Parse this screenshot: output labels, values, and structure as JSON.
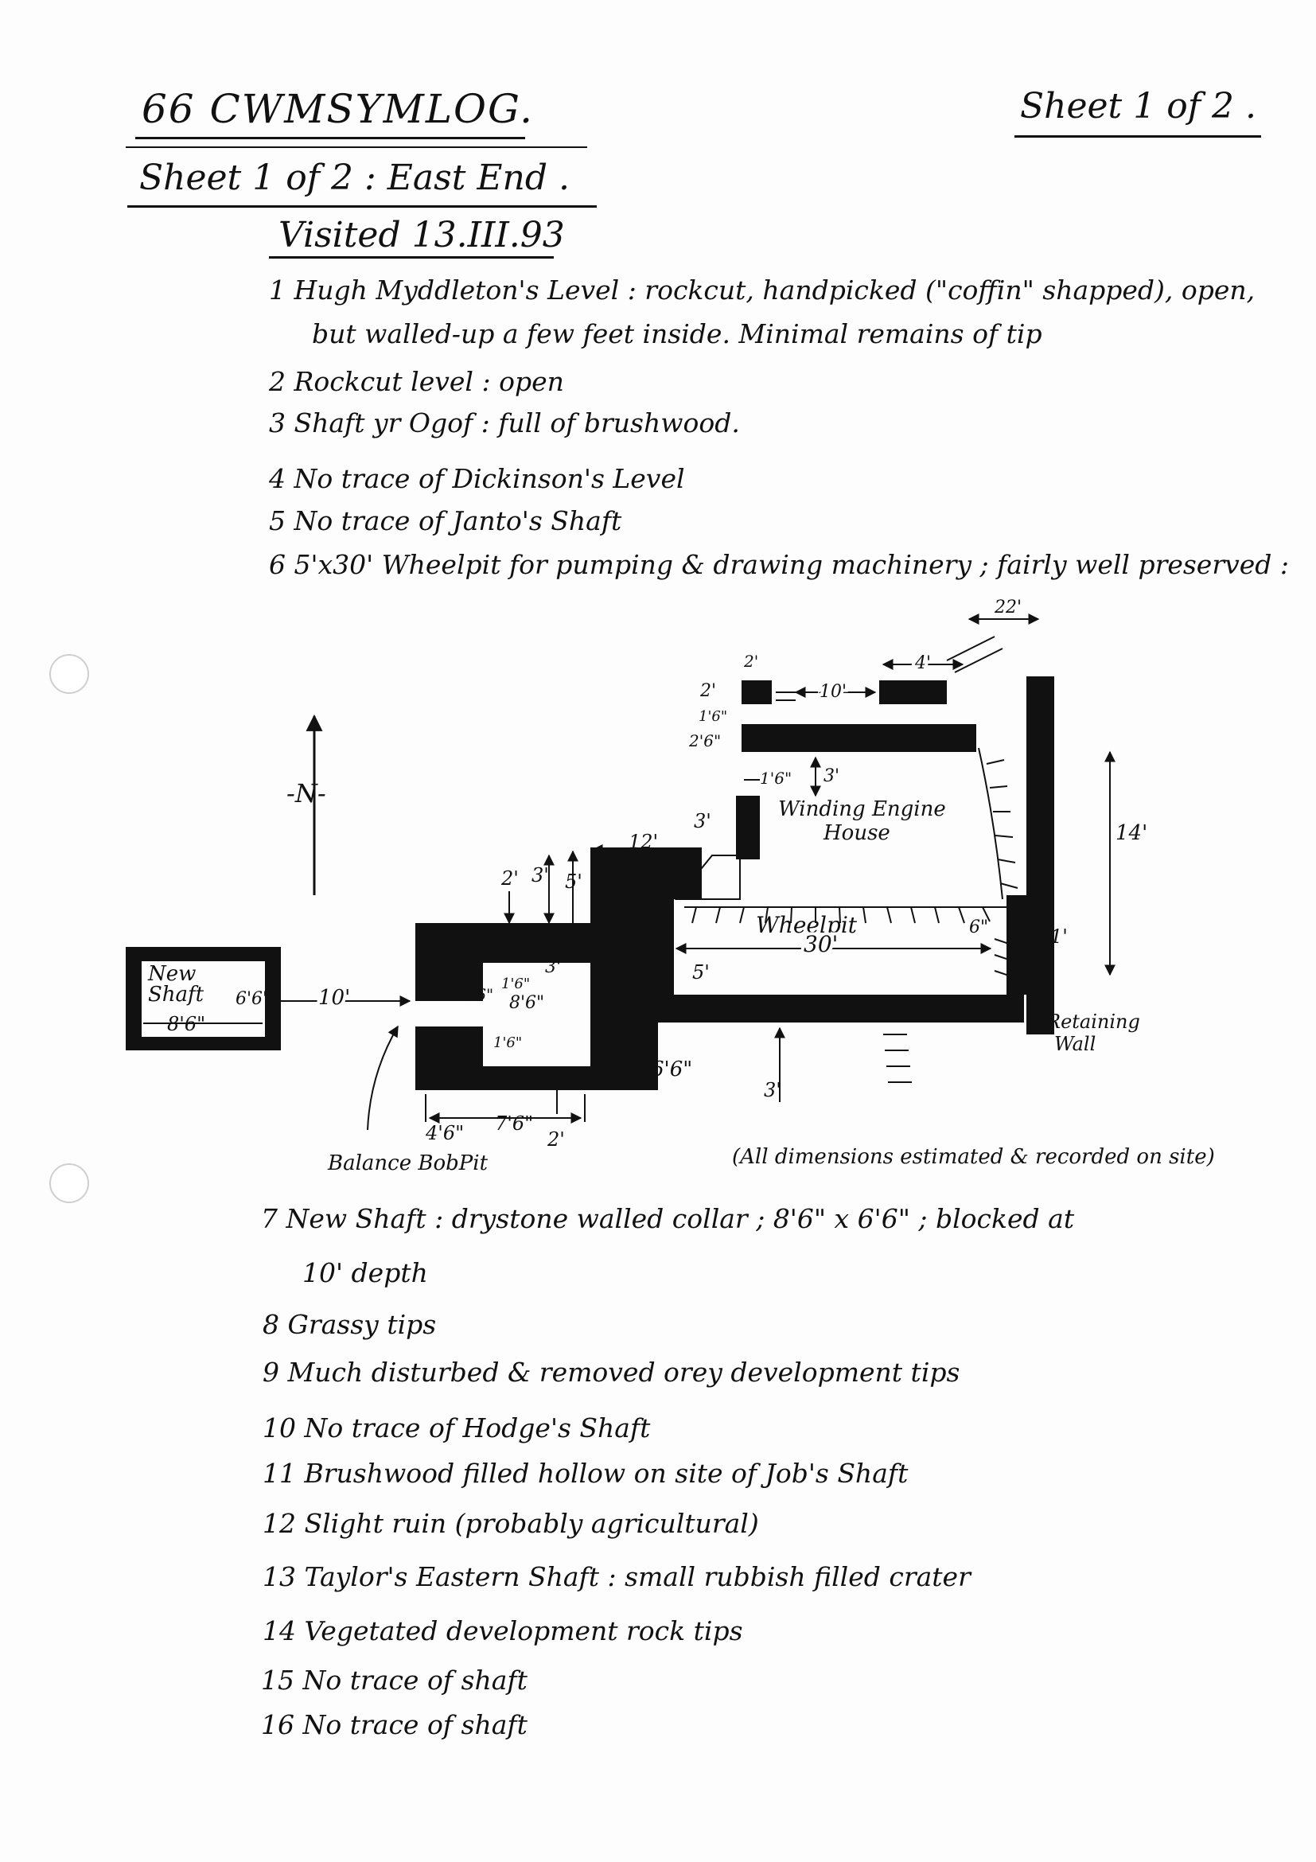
{
  "header": {
    "title": "66 CWMSYMLOG.",
    "sheet_ref": "Sheet 1 of 2 .",
    "subtitle": "Sheet 1 of 2 : East End .",
    "visited": "Visited 13.III.93"
  },
  "items_top": [
    {
      "num": "1",
      "text": "Hugh Myddleton's Level : rockcut, handpicked (\"coffin\" shapped), open,",
      "cont": "but walled-up a few feet inside. Minimal remains of tip"
    },
    {
      "num": "2",
      "text": "Rockcut level : open"
    },
    {
      "num": "3",
      "text": "Shaft yr Ogof : full of brushwood."
    },
    {
      "num": "4",
      "text": "No trace of Dickinson's Level"
    },
    {
      "num": "5",
      "text": "No trace of Janto's Shaft"
    },
    {
      "num": "6",
      "text": "5'x30' Wheelpit for pumping & drawing machinery ; fairly well preserved :"
    }
  ],
  "diagram": {
    "north": "-N-",
    "labels": {
      "new_shaft_1": "New",
      "new_shaft_2": "Shaft",
      "winding_1": "Winding Engine",
      "winding_2": "House",
      "wheelpit": "Wheelpit",
      "retaining_1": "Retaining",
      "retaining_2": "Wall",
      "balance": "Balance BobPit",
      "note": "(All dimensions estimated & recorded on site)"
    },
    "dims": {
      "d22": "22'",
      "d2a": "2'",
      "d10a": "10'",
      "d4": "4'",
      "d2b": "2'",
      "d1_6a": "1'6\"",
      "d2_6": "2'6\"",
      "d1_6b": "1'6\"",
      "d3a": "3'",
      "d14": "14'",
      "d12": "12'",
      "d3b": "3'",
      "d2c": "2'",
      "d3c": "3'",
      "d5a": "5'",
      "d3d": "3'",
      "d1_6c": "1'6\"",
      "d5_6": "5'6\"",
      "d8_6": "8'6\"",
      "d1_6d": "1'6\"",
      "d5b": "5'",
      "d30": "30'",
      "d6": "6\"",
      "d1": "1'",
      "d6_6a": "6'6\"",
      "d8_6b": "8'6\"",
      "d10b": "10'",
      "d6_6b": "6'6\"",
      "d3e": "3'",
      "d4_6": "4'6\"",
      "d7_6": "7'6\"",
      "d2d": "2'"
    }
  },
  "items_bottom": [
    {
      "num": "7",
      "text": "New Shaft : drystone walled collar ; 8'6\" x 6'6\" ; blocked at",
      "cont": "10' depth"
    },
    {
      "num": "8",
      "text": "Grassy tips"
    },
    {
      "num": "9",
      "text": "Much disturbed & removed orey development tips"
    },
    {
      "num": "10",
      "text": "No trace of Hodge's Shaft"
    },
    {
      "num": "11",
      "text": "Brushwood filled hollow on site of Job's Shaft"
    },
    {
      "num": "12",
      "text": "Slight ruin (probably agricultural)"
    },
    {
      "num": "13",
      "text": "Taylor's Eastern Shaft : small rubbish filled crater"
    },
    {
      "num": "14",
      "text": "Vegetated development rock tips"
    },
    {
      "num": "15",
      "text": "No trace of shaft"
    },
    {
      "num": "16",
      "text": "No trace of shaft"
    }
  ]
}
